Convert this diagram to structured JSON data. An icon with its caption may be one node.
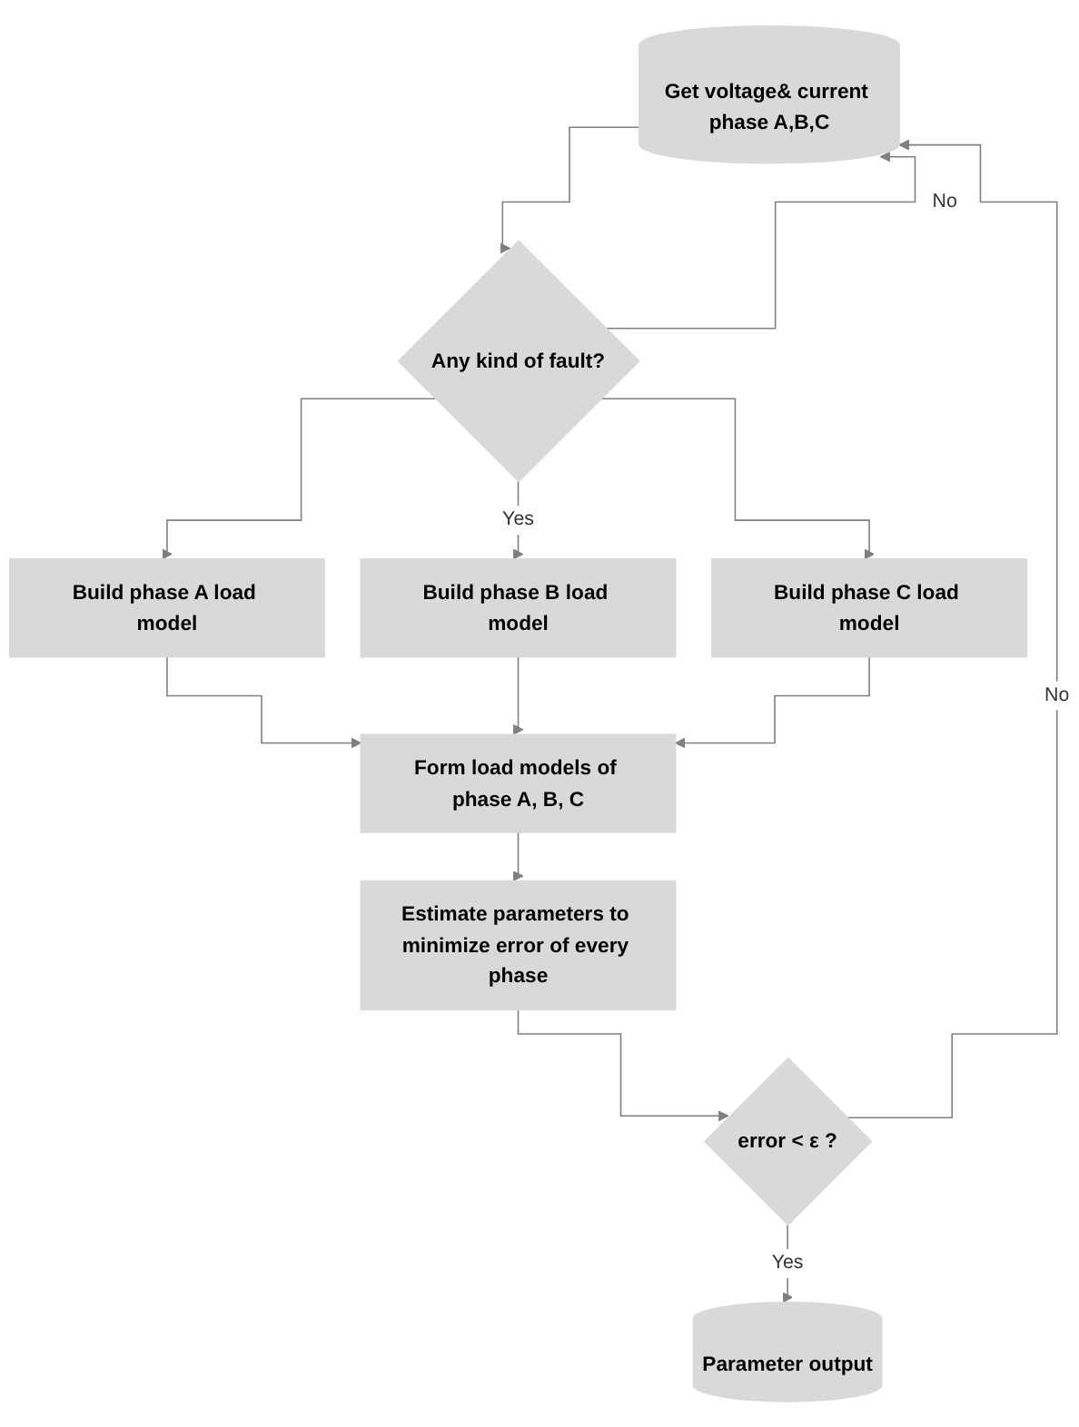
{
  "diagram": {
    "nodes": [
      {
        "text": [
          "Get voltage& current phase A,B,C"
        ]
      },
      {
        "text": [
          "Any kind of fault?"
        ]
      },
      {
        "text": [
          "Build phase A load model"
        ]
      },
      {
        "text": [
          "Build phase B load model"
        ]
      },
      {
        "text": [
          "Build phase C load model"
        ]
      },
      {
        "text": [
          "Form load models of phase A, B, C"
        ]
      },
      {
        "text": [
          "Estimate parameters to minimize error of every phase"
        ]
      },
      {
        "text": [
          "error  < ε ?"
        ]
      },
      {
        "text": [
          "Parameter output"
        ]
      }
    ],
    "edges": [
      {
        "from": 0,
        "to": 1,
        "arrow": "to"
      },
      {
        "from": 1,
        "to": 0,
        "arrow": "to",
        "label": "No"
      },
      {
        "from": 1,
        "to": 2,
        "arrow": "to"
      },
      {
        "from": 1,
        "to": 3,
        "arrow": "to",
        "label": "Yes"
      },
      {
        "from": 1,
        "to": 4,
        "arrow": "to"
      },
      {
        "from": 2,
        "to": 5,
        "arrow": "to"
      },
      {
        "from": 3,
        "to": 5,
        "arrow": "to"
      },
      {
        "from": 4,
        "to": 5,
        "arrow": "to"
      },
      {
        "from": 5,
        "to": 6,
        "arrow": "to"
      },
      {
        "from": 6,
        "to": 7,
        "arrow": "to"
      },
      {
        "from": 7,
        "to": 0,
        "arrow": "to",
        "label": "No"
      },
      {
        "from": 7,
        "to": 8,
        "arrow": "to",
        "label": "Yes"
      }
    ]
  }
}
